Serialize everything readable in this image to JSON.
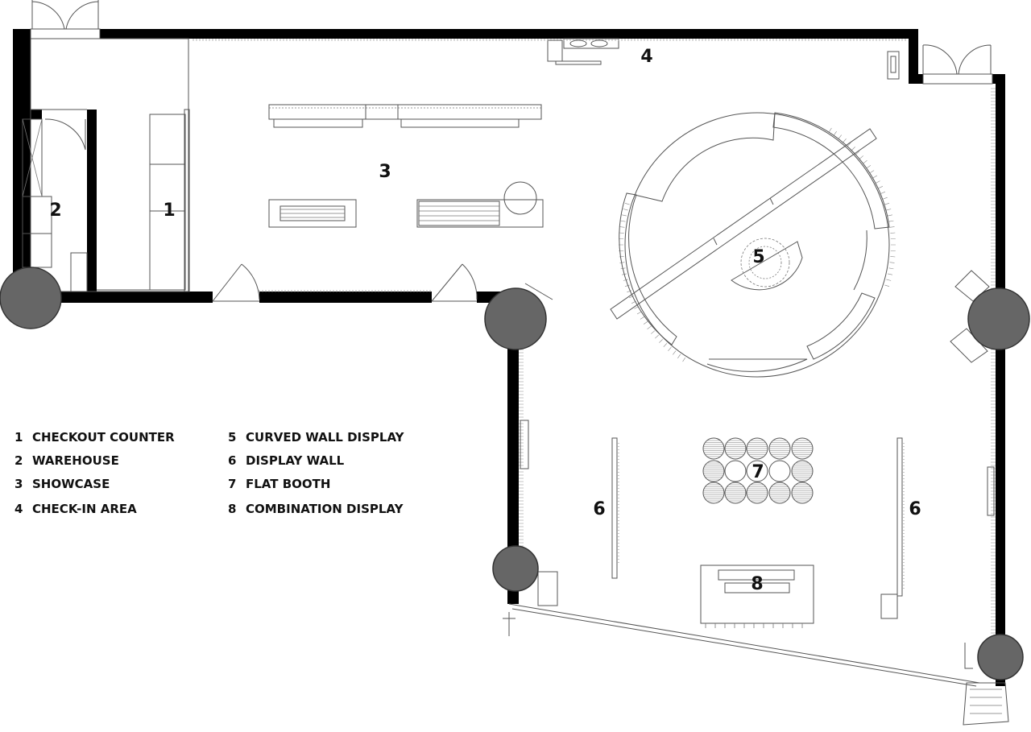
{
  "zones": {
    "z1": "1",
    "z2": "2",
    "z3": "3",
    "z4": "4",
    "z5": "5",
    "z6a": "6",
    "z6b": "6",
    "z7": "7",
    "z8": "8"
  },
  "legend": [
    {
      "num": "1",
      "label": "CHECKOUT COUNTER"
    },
    {
      "num": "2",
      "label": "WAREHOUSE"
    },
    {
      "num": "3",
      "label": "SHOWCASE"
    },
    {
      "num": "4",
      "label": "CHECK-IN AREA"
    },
    {
      "num": "5",
      "label": "CURVED WALL DISPLAY"
    },
    {
      "num": "6",
      "label": "DISPLAY WALL"
    },
    {
      "num": "7",
      "label": "FLAT BOOTH"
    },
    {
      "num": "8",
      "label": "COMBINATION DISPLAY"
    }
  ],
  "colors": {
    "wall": "#000000",
    "column": "#666666",
    "line": "#555555"
  }
}
